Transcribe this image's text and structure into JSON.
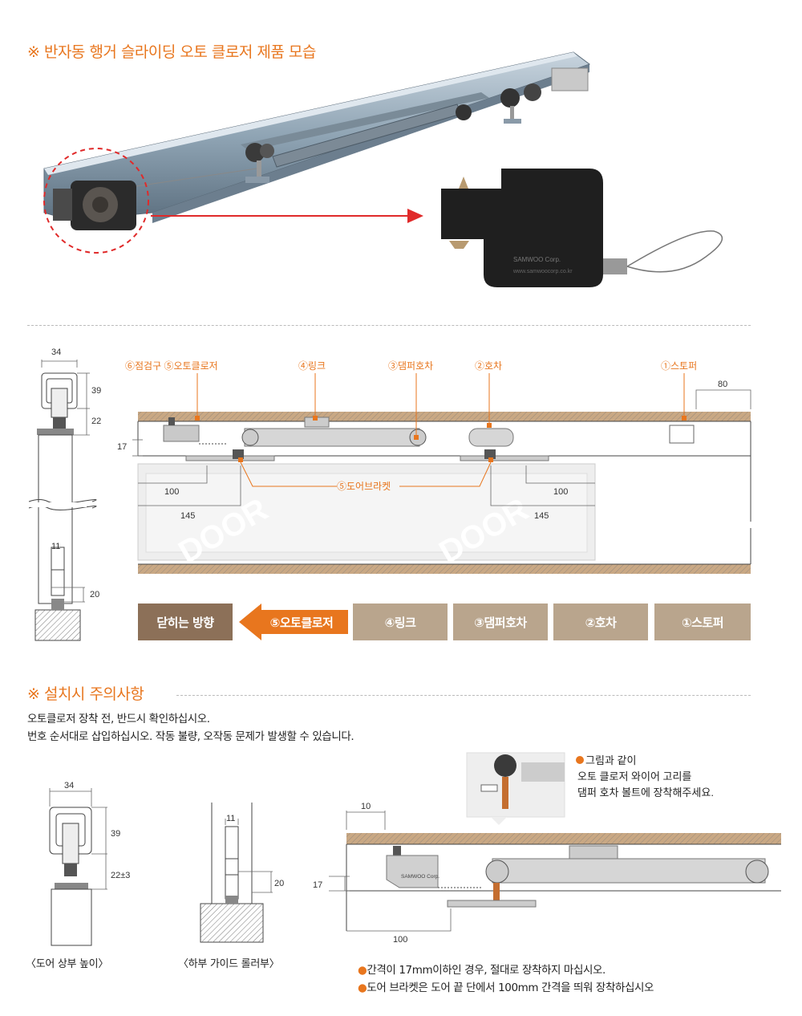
{
  "section1": {
    "title": "※ 반자동 행거 슬라이딩 오토 클로저 제품 모습"
  },
  "product": {
    "brand": "SAMWOO Corp.",
    "site": "www.samwoocorp.co.kr"
  },
  "diagram1": {
    "dims": {
      "width34": "34",
      "h39": "39",
      "h22": "22",
      "h17": "17",
      "w11": "11",
      "h20": "20",
      "d100a": "100",
      "d145a": "145",
      "d100b": "100",
      "d145b": "145",
      "d80": "80"
    },
    "labels": {
      "inspection_closer": "⑥점검구 ⑤오토클로저",
      "link": "④링크",
      "damper_roller": "③댐퍼호차",
      "roller": "②호차",
      "stopper": "①스토퍼",
      "bracket": "⑤도어브라켓"
    },
    "door_text": "DOOR"
  },
  "flow": {
    "close_dir": "닫히는 방향",
    "items": [
      "⑤오토클로저",
      "④링크",
      "③댐퍼호차",
      "②호차",
      "①스토퍼"
    ]
  },
  "section2": {
    "title": "※ 설치시 주의사항",
    "line1": "오토클로저 장착 전, 반드시 확인하십시오.",
    "line2": "번호 순서대로 삽입하십시오. 작동 불량, 오작동 문제가 발생할 수 있습니다."
  },
  "diagram2": {
    "dims": {
      "w34": "34",
      "h39": "39",
      "h22": "22±3",
      "w11": "11",
      "h20": "20",
      "w10": "10",
      "h17": "17",
      "d100": "100"
    },
    "cap_top": "〈도어 상부 높이〉",
    "cap_bottom": "〈하부 가이드 롤러부〉",
    "wire_note": {
      "l1": "그림과 같이",
      "l2": "오토 클로저 와이어 고리를",
      "l3": "댐퍼 호차 볼트에 장착해주세요."
    },
    "bullets": [
      "간격이 17mm이하인 경우, 절대로 장착하지 마십시오.",
      "도어 브라켓은 도어 끝 단에서 100mm 간격을 띄워 장착하십시오"
    ]
  },
  "colors": {
    "accent": "#e8761e",
    "dark_brown": "#8c7058",
    "tan": "#b9a58d",
    "rail": "#8fa4b4"
  }
}
